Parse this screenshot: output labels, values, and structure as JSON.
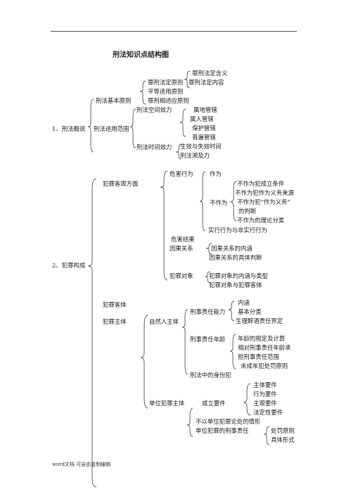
{
  "title": "刑法知识点结构图",
  "footer": "word文档 可自由复制编辑",
  "section1": {
    "label": "1、刑法概说",
    "basic_principles": {
      "label": "刑法基本原则",
      "legality": {
        "label": "罪刑法定原则",
        "items": [
          "罪刑法定含义",
          "罪刑法定内容"
        ]
      },
      "equality": "平等适用原则",
      "proportionality": "罪刑相适应原则"
    },
    "scope": {
      "label": "刑法适用范围",
      "space": {
        "label": "刑法空间效力",
        "items": [
          "属地管辖",
          "属人管辖",
          "保护管辖",
          "普遍管辖"
        ]
      },
      "time": {
        "label": "刑法时间效力",
        "items": [
          "生效与失效时间",
          "刑法溯及力"
        ]
      }
    }
  },
  "section2": {
    "label": "2、犯罪构成",
    "objective": {
      "label": "犯罪客观方面",
      "harmful_act": {
        "label": "危害行为",
        "act": "作为",
        "omission": {
          "label": "不作为",
          "items": [
            "不作为犯成立条件",
            "不作为犯作为义务来源",
            "不作为犯“作为义务”",
            "的判断",
            "不作为的理论分类"
          ]
        },
        "act_vs_omission": "实行行为与非实行行为"
      },
      "harmful_result": "危害结果",
      "causation": {
        "label": "因果关系",
        "items": [
          "因果关系的内涵",
          "因果关系的具体判断"
        ]
      },
      "crime_object": {
        "label": "犯罪对象",
        "items": [
          "犯罪对象的内涵与类型",
          "犯罪对象与犯罪客体"
        ]
      }
    },
    "crime_object_class": "犯罪客体",
    "subject": {
      "label": "犯罪主体",
      "natural_person": {
        "label": "自然人主体",
        "capacity": {
          "label": "刑事责任能力",
          "items": [
            "内涵",
            "基本分类",
            "生理醉酒责任界定"
          ]
        },
        "age": {
          "label": "刑事责任年龄",
          "items": [
            "年龄的规定及计算",
            "相对刑事责任年龄承",
            "担刑事责任范围",
            "未成年犯处罚原则"
          ]
        },
        "identity": "刑法中的身份犯"
      },
      "unit": {
        "label": "单位犯罪主体",
        "elements": {
          "label": "成立要件",
          "items": [
            "主体要件",
            "行为要件",
            "主观要件",
            "法定性要件"
          ]
        },
        "exclusion": "不以单位犯罪论处的情形",
        "liability": {
          "label": "单位犯罪的刑事责任",
          "items": [
            "处罚原则",
            "具体形式"
          ]
        }
      }
    }
  }
}
